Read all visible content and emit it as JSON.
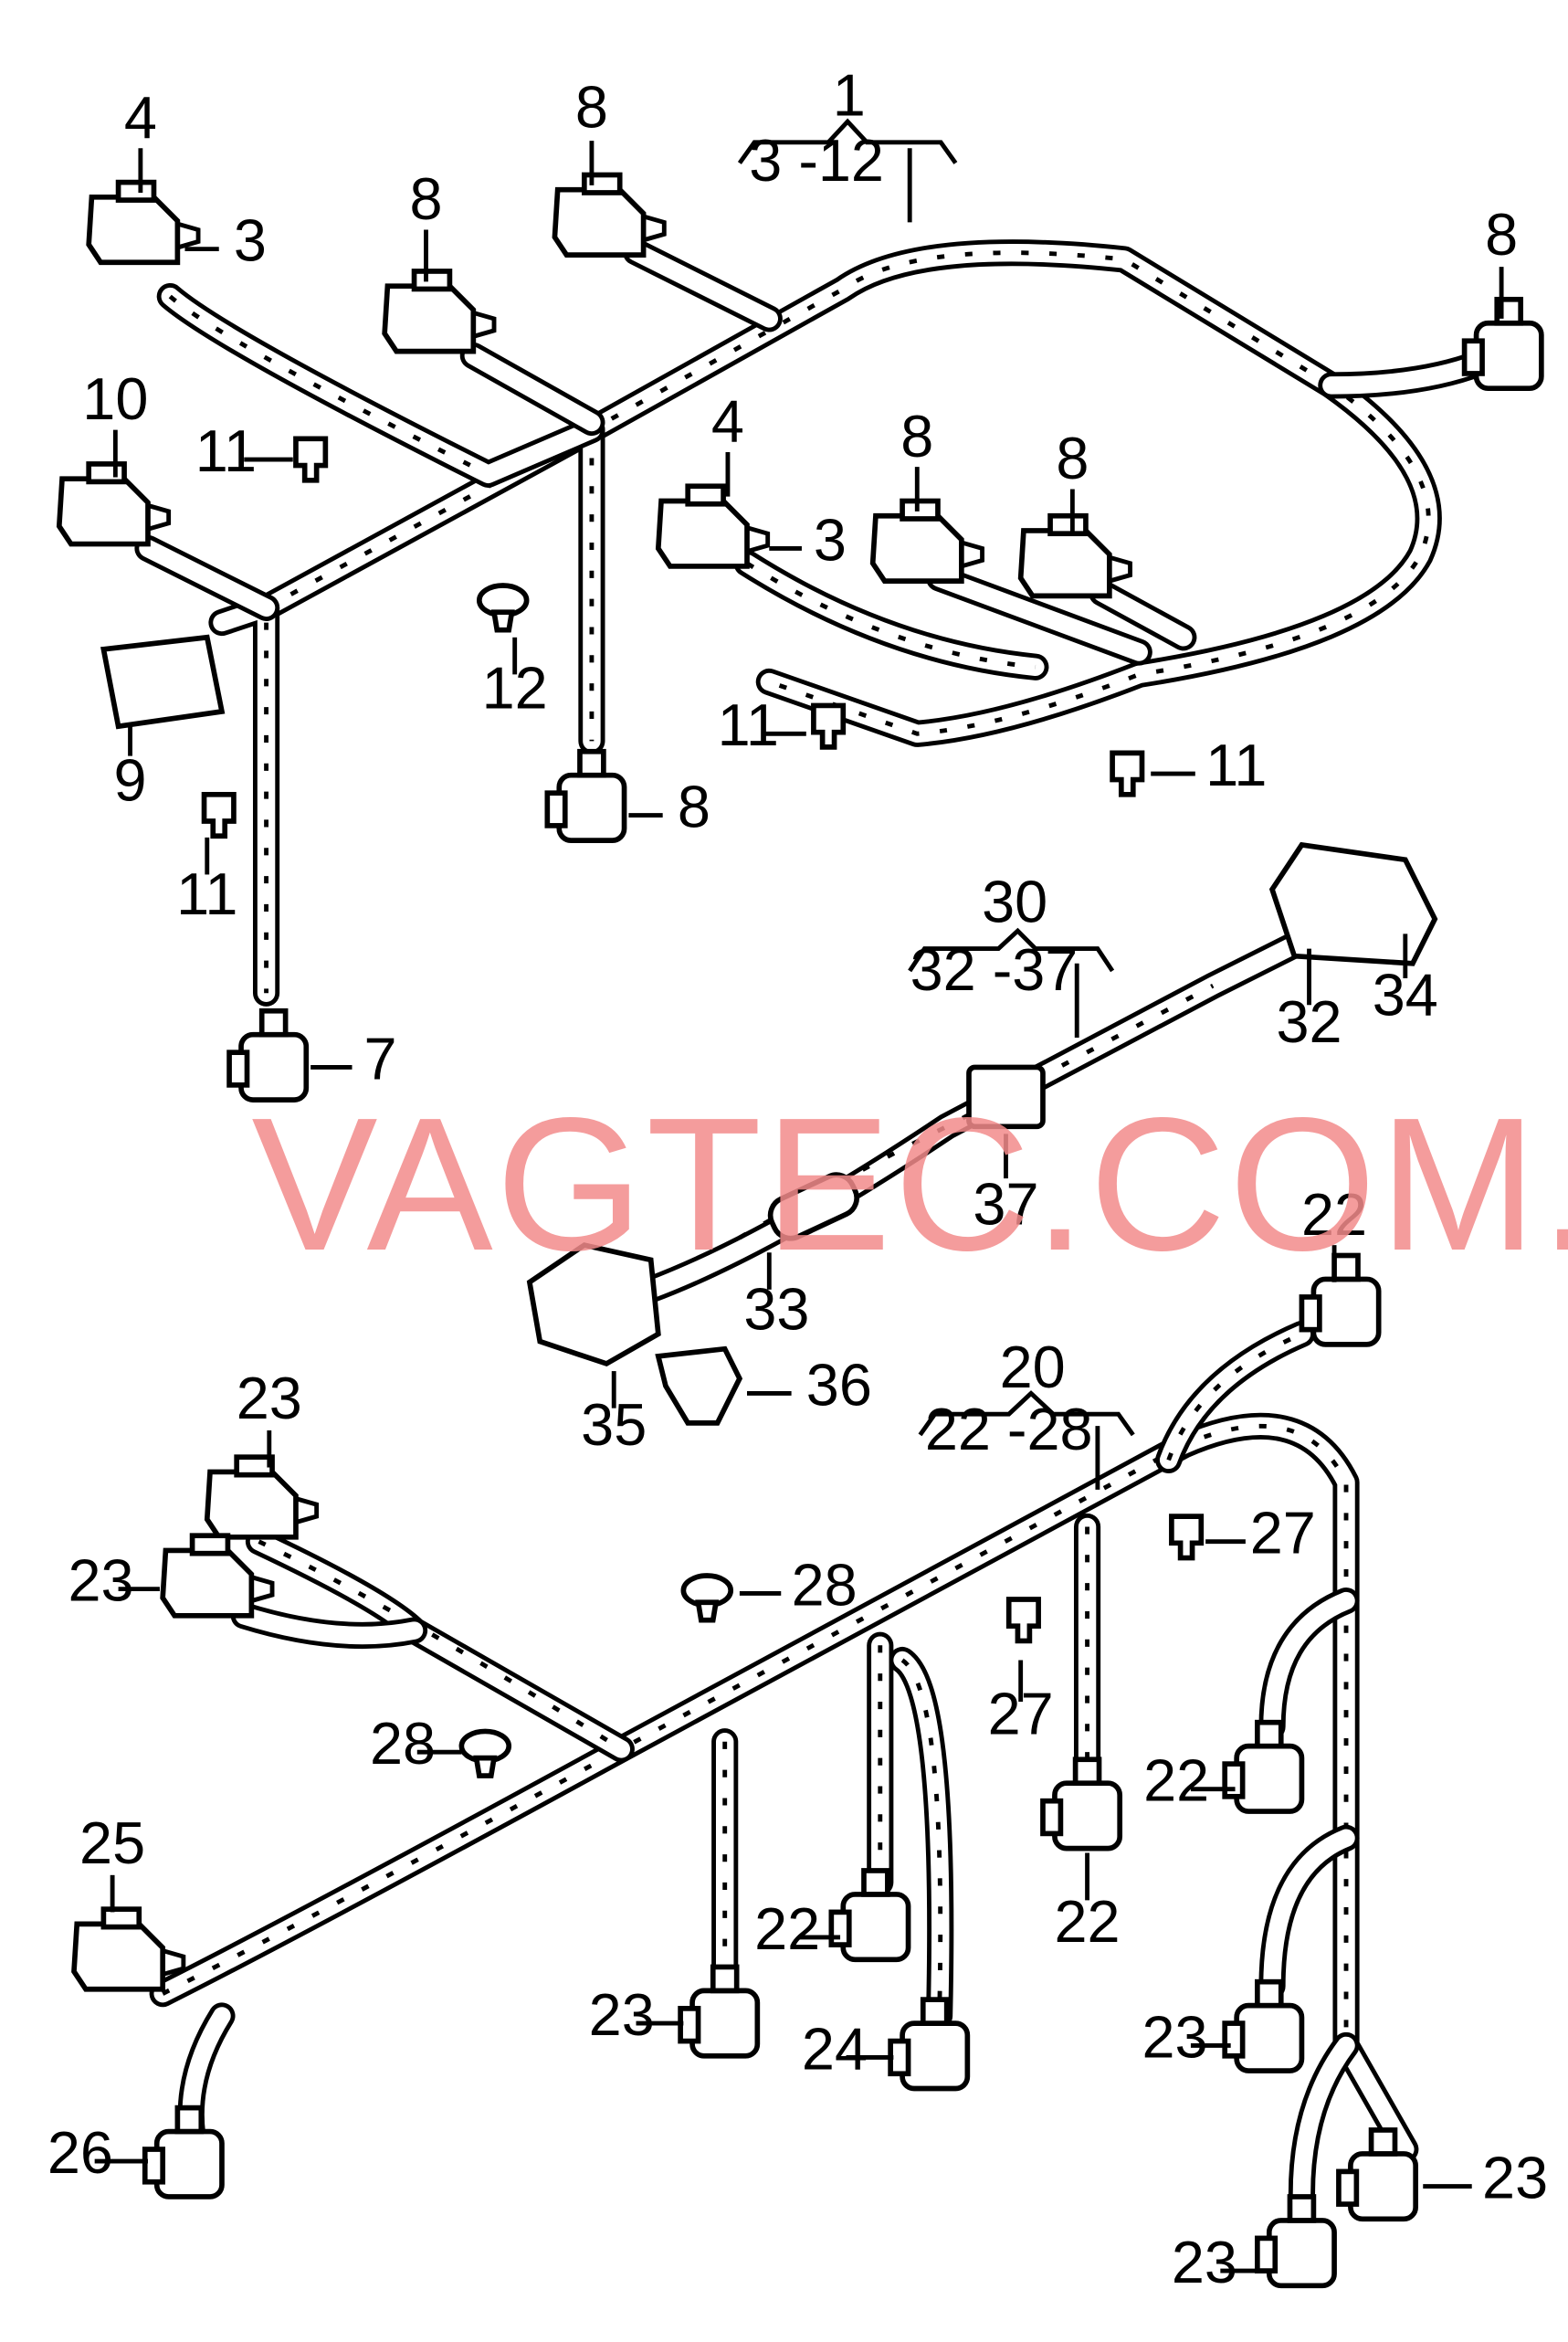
{
  "watermark": "VAGTEC.COM.UA",
  "labels": {
    "l1": "1",
    "r1": "3 -12",
    "l3a": "3",
    "l3b": "3",
    "l4a": "4",
    "l4b": "4",
    "l7": "7",
    "l8a": "8",
    "l8b": "8",
    "l8c": "8",
    "l8d": "8",
    "l8e": "8",
    "l8f": "8",
    "l9": "9",
    "l10": "10",
    "l11a": "11",
    "l11b": "11",
    "l11c": "11",
    "l11d": "11",
    "l12": "12",
    "l20": "20",
    "r20": "22 -28",
    "l22a": "22",
    "l22b": "22",
    "l22c": "22",
    "l22d": "22",
    "l23a": "23",
    "l23b": "23",
    "l23c": "23",
    "l23d": "23",
    "l23e": "23",
    "l23f": "23",
    "l24": "24",
    "l25": "25",
    "l26": "26",
    "l27a": "27",
    "l27b": "27",
    "l28a": "28",
    "l28b": "28",
    "l30": "30",
    "r30": "32 -37",
    "l32": "32",
    "l33": "33",
    "l34": "34",
    "l35": "35",
    "l36": "36",
    "l37": "37"
  }
}
